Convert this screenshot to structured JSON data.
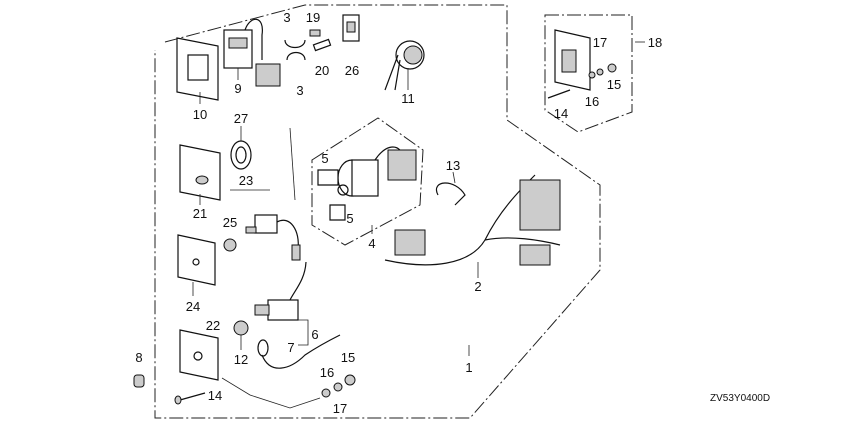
{
  "diagram_code": "ZV53Y0400D",
  "labels": [
    "3",
    "19",
    "9",
    "3",
    "20",
    "26",
    "11",
    "10",
    "27",
    "21",
    "23",
    "25",
    "5",
    "5",
    "4",
    "13",
    "2",
    "24",
    "22",
    "6",
    "7",
    "12",
    "8",
    "14",
    "16",
    "15",
    "17",
    "1",
    "18",
    "17",
    "16",
    "15",
    "14"
  ]
}
